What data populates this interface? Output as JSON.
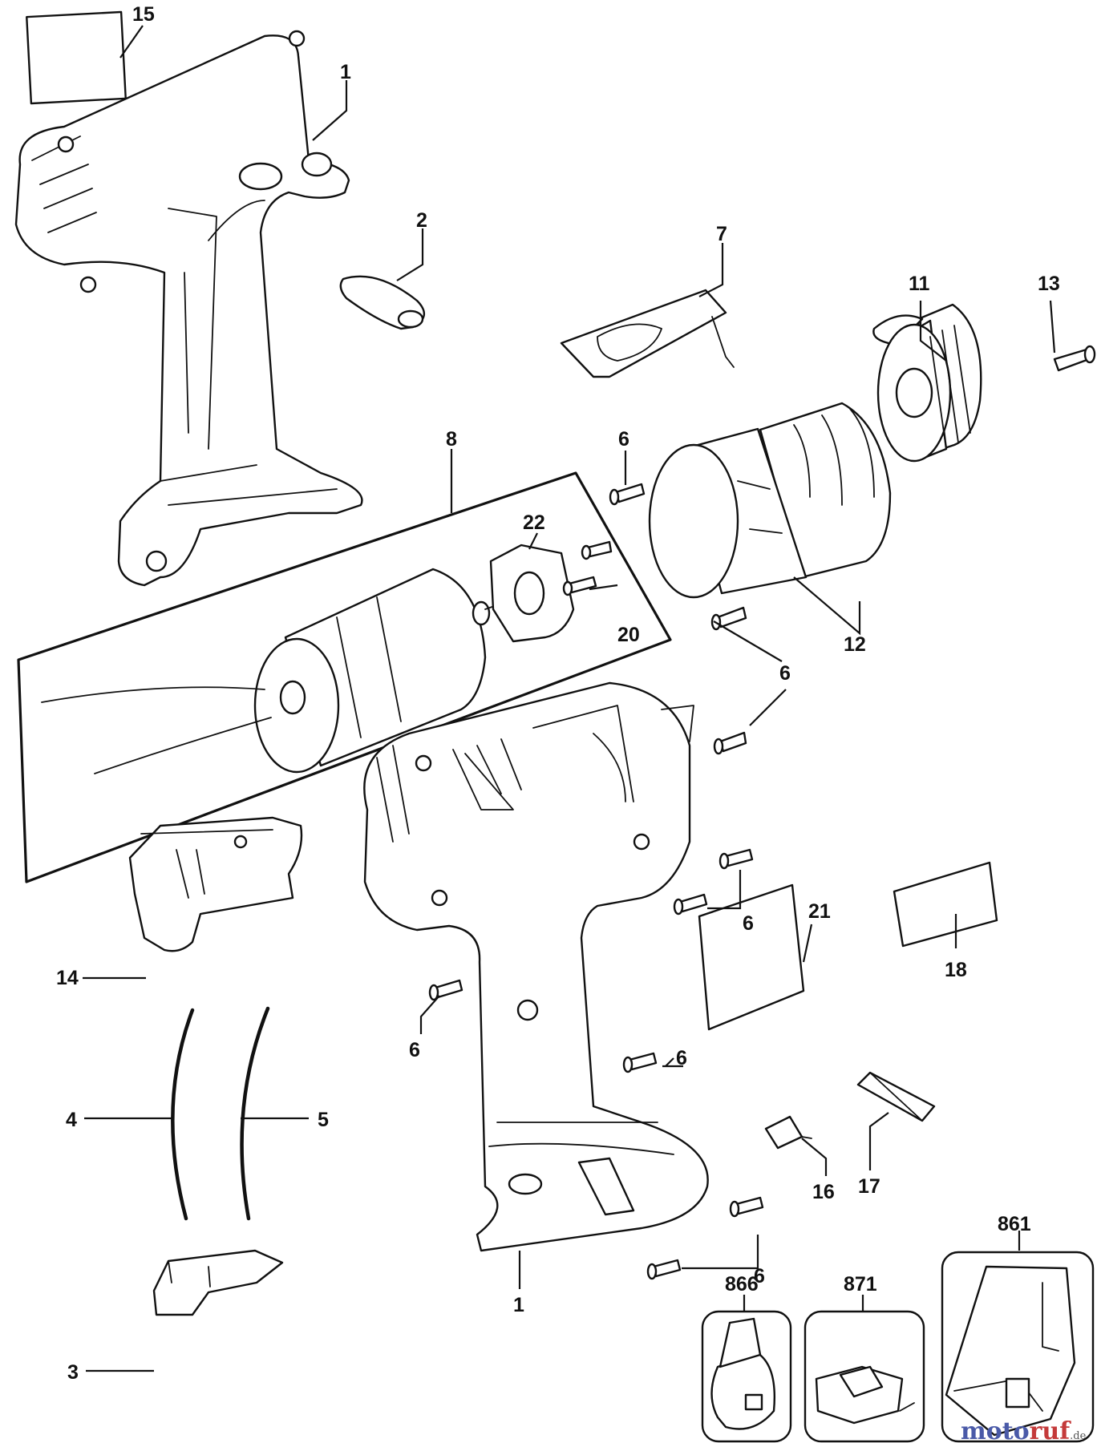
{
  "callouts": [
    {
      "id": "c15a",
      "label": "15"
    },
    {
      "id": "c1a",
      "label": "1"
    },
    {
      "id": "c2",
      "label": "2"
    },
    {
      "id": "c7",
      "label": "7"
    },
    {
      "id": "c11",
      "label": "11"
    },
    {
      "id": "c13",
      "label": "13"
    },
    {
      "id": "c8",
      "label": "8"
    },
    {
      "id": "c6a",
      "label": "6"
    },
    {
      "id": "c22",
      "label": "22"
    },
    {
      "id": "c20",
      "label": "20"
    },
    {
      "id": "c12",
      "label": "12"
    },
    {
      "id": "c6b",
      "label": "6"
    },
    {
      "id": "c6c",
      "label": "6"
    },
    {
      "id": "c14",
      "label": "14"
    },
    {
      "id": "c21",
      "label": "21"
    },
    {
      "id": "c18",
      "label": "18"
    },
    {
      "id": "c6d",
      "label": "6"
    },
    {
      "id": "c6e",
      "label": "6"
    },
    {
      "id": "c4",
      "label": "4"
    },
    {
      "id": "c5",
      "label": "5"
    },
    {
      "id": "c16",
      "label": "16"
    },
    {
      "id": "c17",
      "label": "17"
    },
    {
      "id": "c1b",
      "label": "1"
    },
    {
      "id": "c6f",
      "label": "6"
    },
    {
      "id": "c3",
      "label": "3"
    },
    {
      "id": "c861",
      "label": "861"
    },
    {
      "id": "c866",
      "label": "866"
    },
    {
      "id": "c871",
      "label": "871"
    }
  ],
  "watermark": {
    "part1": "moto",
    "part2": "ruf",
    "suffix": ".de"
  }
}
